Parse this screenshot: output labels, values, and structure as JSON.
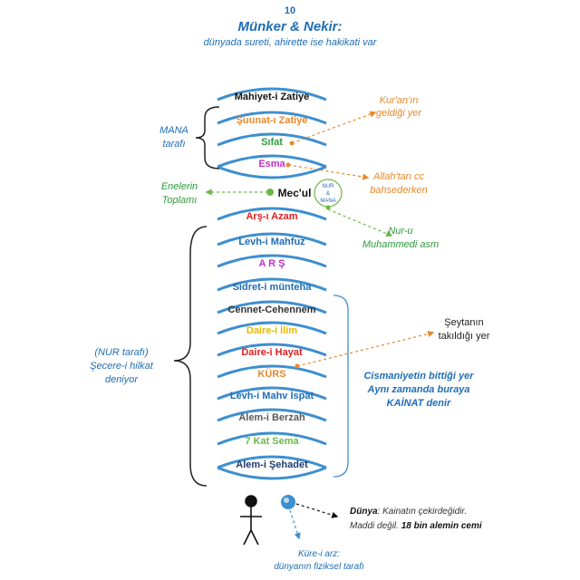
{
  "header": {
    "page_number": "10",
    "title": "Münker & Nekir:",
    "subtitle": "dünyada sureti,  ahirette ise hakikati var"
  },
  "colors": {
    "arc": "#3d8fd0",
    "blue_text": "#1f6db5",
    "orange": "#e8892a",
    "green": "#6bb845",
    "green_text": "#2e9a3c",
    "magenta": "#c22fc8",
    "red": "#e02020",
    "yellow": "#e6b800",
    "navy": "#1f3a6e",
    "gray": "#5a5a5a",
    "olive": "#8a9a1a",
    "black": "#111111"
  },
  "layers": [
    {
      "label": "Mahiyet-i Zatiye",
      "color": "#111111"
    },
    {
      "label": "Şuunat-ı Zatiye",
      "color": "#e8892a"
    },
    {
      "label": "Sıfat",
      "color": "#2e9a3c"
    },
    {
      "label": "Esma",
      "color": "#c22fc8"
    },
    {
      "label": "Arş-ı Azam",
      "color": "#e02020"
    },
    {
      "label": "Levh-i Mahfuz",
      "color": "#1f6db5"
    },
    {
      "label": "A R Ş",
      "color": "#c22fc8"
    },
    {
      "label": "Sidret-i münteha",
      "color": "#1f6db5"
    },
    {
      "label": "Cennet-Cehennem",
      "color": "#333333"
    },
    {
      "label": "Daire-i İlim",
      "color": "#e6b800"
    },
    {
      "label": "Daire-i Hayat",
      "color": "#e02020"
    },
    {
      "label": "KÜRS",
      "color": "#e8892a"
    },
    {
      "label": "Levh-i Mahv İspat",
      "color": "#1f6db5"
    },
    {
      "label": "Alem-i Berzah",
      "color": "#5a5a5a"
    },
    {
      "label": "7 Kat Sema",
      "color": "#6bb845"
    },
    {
      "label": "Alem-i Şehadet",
      "color": "#1f3a6e"
    }
  ],
  "mecul": {
    "label": "Mec'ul",
    "circle_lines": [
      "NUR",
      "&",
      "MANA"
    ]
  },
  "annotations": {
    "mana_side": [
      "MANA",
      "tarafı"
    ],
    "enelerin": [
      "Enelerin",
      "Toplamı"
    ],
    "kuran": [
      "Kur'an'ın",
      "geldiği yer"
    ],
    "allah": [
      "Allah'tan cc",
      "bahsederken"
    ],
    "nur_u": [
      "Nur-u",
      "Muhammedi  asm"
    ],
    "nur_side": [
      "(NUR tarafı)",
      "Şecere-i  hilkat",
      "deniyor"
    ],
    "seytan": [
      "Şeytanın",
      "takıldığı yer"
    ],
    "cismaniyet": [
      "Cismaniyetin bittiği yer",
      "Aynı zamanda buraya",
      "KAİNAT denir"
    ]
  },
  "bottom": {
    "dunya_label": "Dünya",
    "dunya_text": ": Kainatın çekirdeğidir.",
    "maddi_text": "Maddi değil. ",
    "alem_text": "18 bin alemin cemi",
    "kure": [
      "Küre-i arz:",
      "dünyanın fiziksel tarafı"
    ]
  }
}
